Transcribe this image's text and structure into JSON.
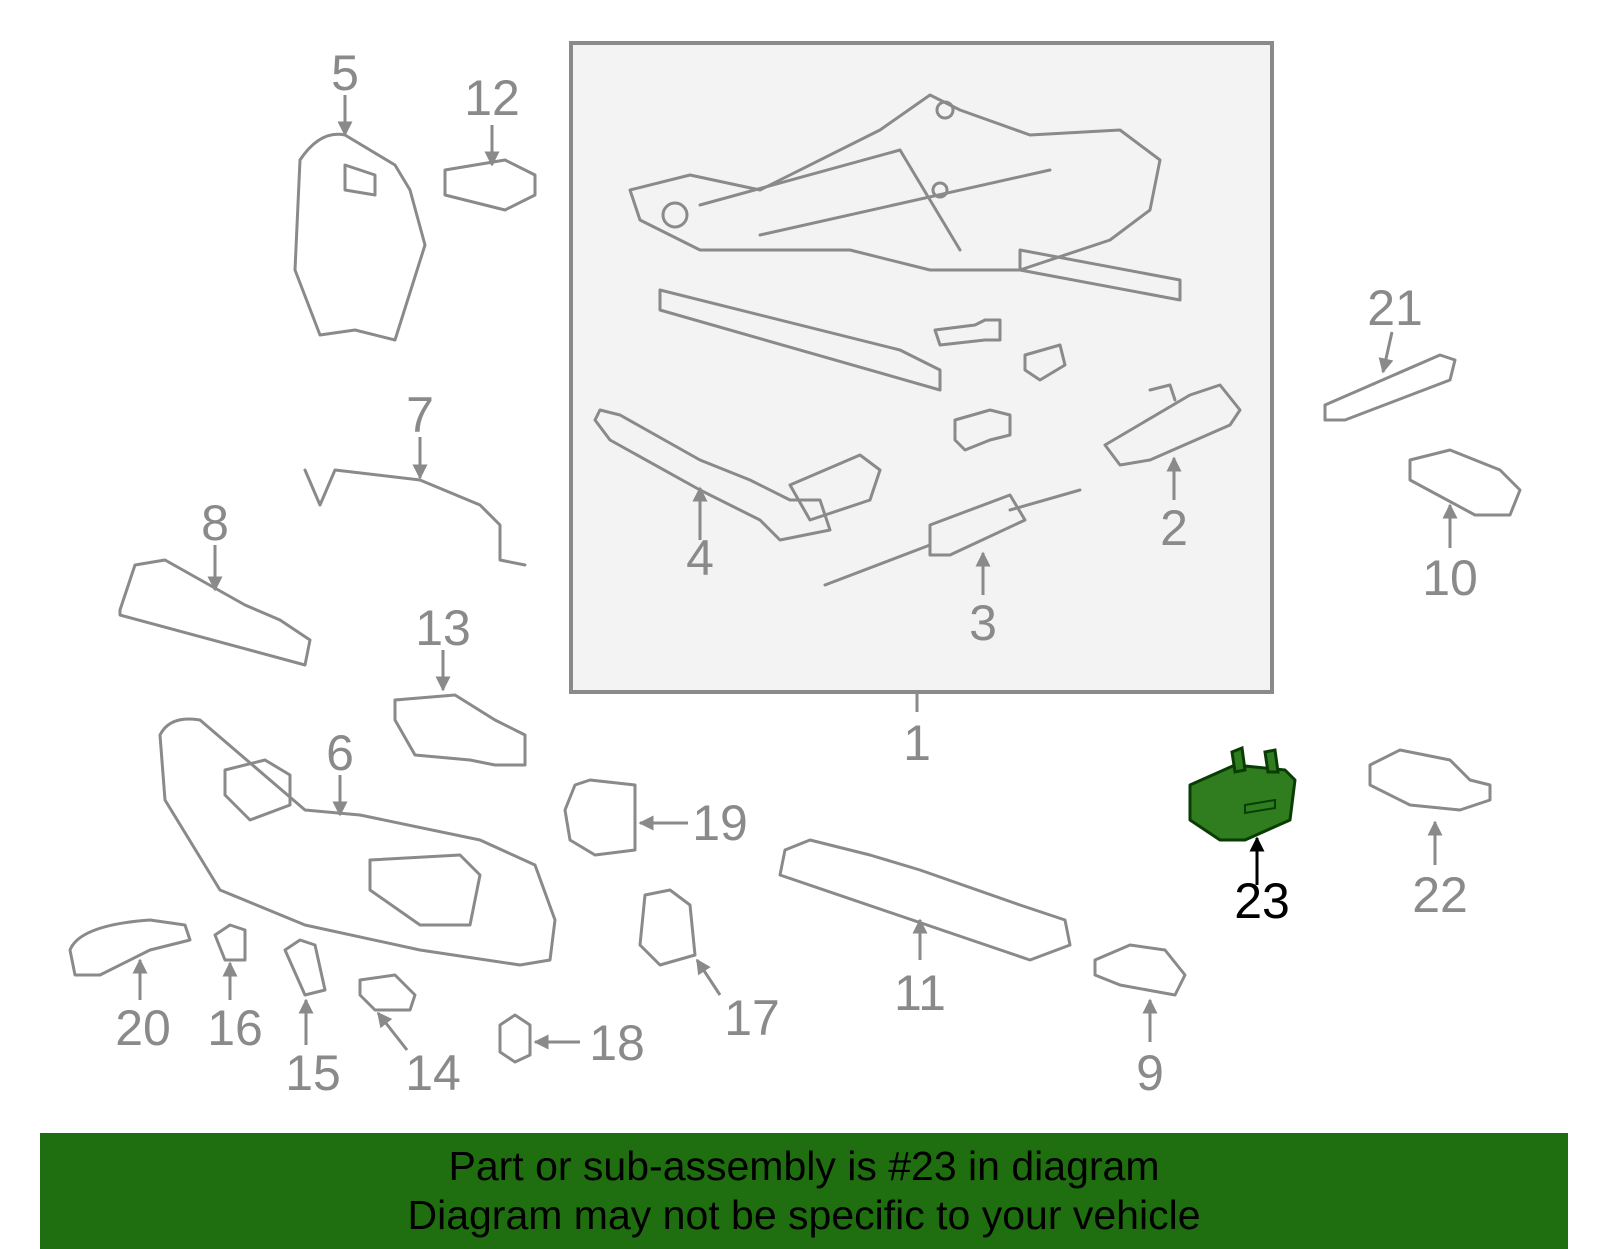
{
  "colors": {
    "part_line": "#8a8a8a",
    "highlight_fill": "#2f7d1e",
    "highlight_text": "#000000",
    "banner_bg": "#1f6e0f",
    "banner_text": "#000000"
  },
  "callouts": [
    {
      "id": "1",
      "label": "1"
    },
    {
      "id": "2",
      "label": "2"
    },
    {
      "id": "3",
      "label": "3"
    },
    {
      "id": "4",
      "label": "4"
    },
    {
      "id": "5",
      "label": "5"
    },
    {
      "id": "6",
      "label": "6"
    },
    {
      "id": "7",
      "label": "7"
    },
    {
      "id": "8",
      "label": "8"
    },
    {
      "id": "9",
      "label": "9"
    },
    {
      "id": "10",
      "label": "10"
    },
    {
      "id": "11",
      "label": "11"
    },
    {
      "id": "12",
      "label": "12"
    },
    {
      "id": "13",
      "label": "13"
    },
    {
      "id": "14",
      "label": "14"
    },
    {
      "id": "15",
      "label": "15"
    },
    {
      "id": "16",
      "label": "16"
    },
    {
      "id": "17",
      "label": "17"
    },
    {
      "id": "18",
      "label": "18"
    },
    {
      "id": "19",
      "label": "19"
    },
    {
      "id": "20",
      "label": "20"
    },
    {
      "id": "21",
      "label": "21"
    },
    {
      "id": "22",
      "label": "22"
    },
    {
      "id": "23",
      "label": "23"
    }
  ],
  "highlighted_part": "23",
  "banner": {
    "line1": "Part or sub-assembly is #23 in diagram",
    "line2": "Diagram may not be specific to your vehicle"
  }
}
